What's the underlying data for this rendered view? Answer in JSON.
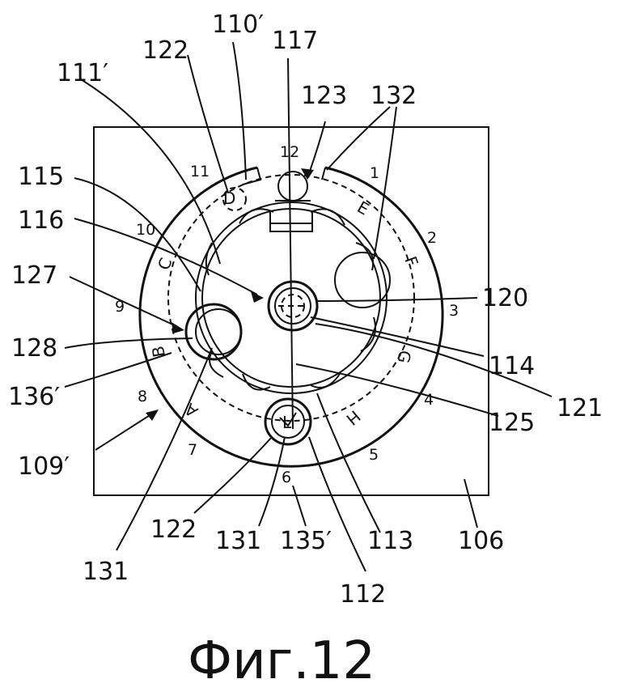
{
  "figure": {
    "caption": "Фиг.12",
    "reference_labels": {
      "r110p": "110′",
      "r117": "117",
      "r122_top": "122",
      "r111p": "111′",
      "r123": "123",
      "r132": "132",
      "r115": "115",
      "r116": "116",
      "r127": "127",
      "r120": "120",
      "r128": "128",
      "r114": "114",
      "r121": "121",
      "r136p": "136′",
      "r125": "125",
      "r109p": "109′",
      "r122_bottom": "122",
      "r131_bottom": "131",
      "r135p": "135′",
      "r113": "113",
      "r106": "106",
      "r131_left": "131",
      "r112": "112"
    },
    "hour_marks": [
      "12",
      "1",
      "2",
      "3",
      "4",
      "5",
      "6",
      "7",
      "8",
      "9",
      "10",
      "11"
    ],
    "dial_letters": {
      "D": "D",
      "E": "E",
      "F": "F",
      "C": "C",
      "A": "A",
      "B": "B",
      "H": "H",
      "G": "G",
      "L": "L"
    }
  }
}
